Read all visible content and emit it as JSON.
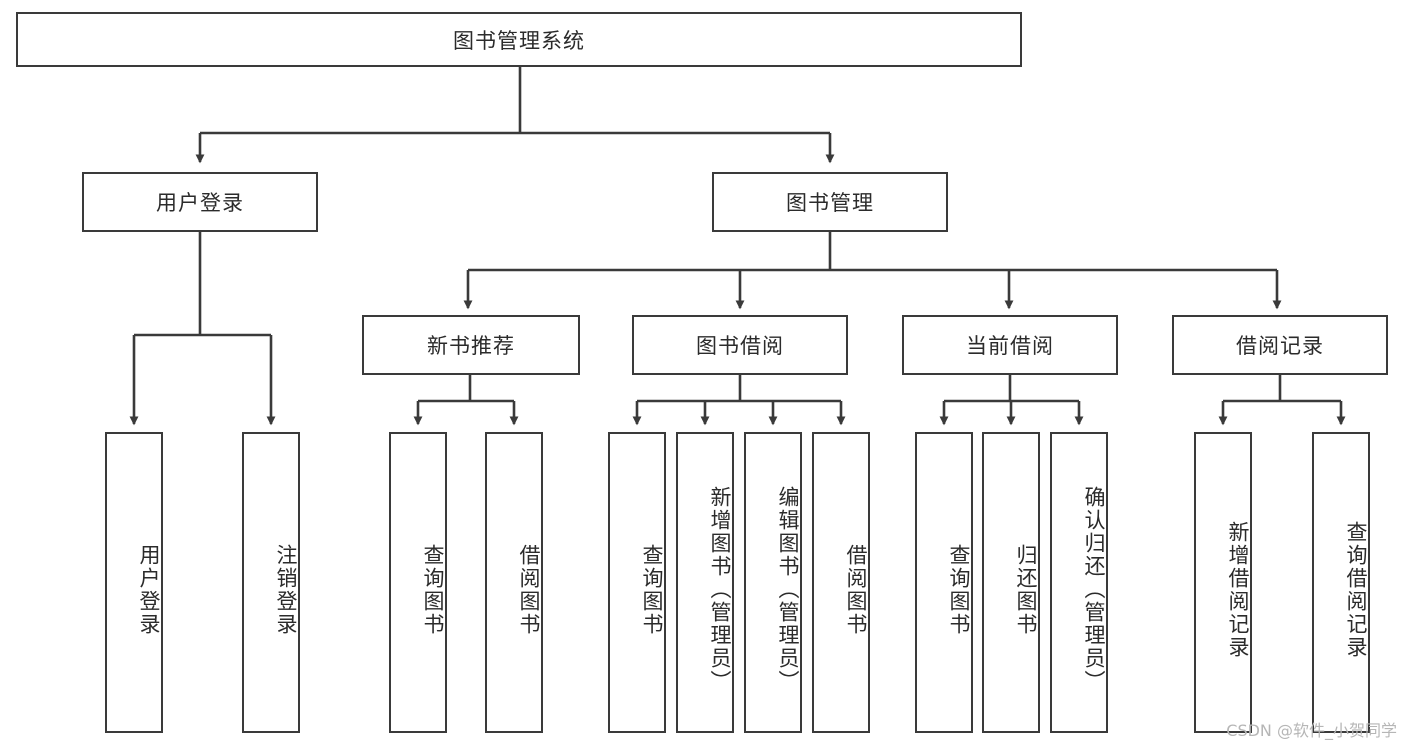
{
  "diagram": {
    "title": "图书管理系统",
    "watermark": "CSDN @软件_小贺同学",
    "colors": {
      "stroke": "#3a3a3a",
      "fill": "#ffffff",
      "text": "#2b2b2b",
      "watermark": "#b6b6b6"
    },
    "levels": {
      "root": {
        "label": "图书管理系统"
      },
      "level1": [
        {
          "label": "用户登录"
        },
        {
          "label": "图书管理"
        }
      ],
      "level2": [
        {
          "label": "新书推荐"
        },
        {
          "label": "图书借阅"
        },
        {
          "label": "当前借阅"
        },
        {
          "label": "借阅记录"
        }
      ],
      "leaves": {
        "user_login": [
          {
            "label": "用户登录"
          },
          {
            "label": "注销登录"
          }
        ],
        "new_book_recommend": [
          {
            "label": "查询图书"
          },
          {
            "label": "借阅图书"
          }
        ],
        "book_borrow": [
          {
            "label": "查询图书"
          },
          {
            "label": "新增图书（管理员）"
          },
          {
            "label": "编辑图书（管理员）"
          },
          {
            "label": "借阅图书"
          }
        ],
        "current_borrow": [
          {
            "label": "查询图书"
          },
          {
            "label": "归还图书"
          },
          {
            "label": "确认归还（管理员）"
          }
        ],
        "borrow_record": [
          {
            "label": "新增借阅记录"
          },
          {
            "label": "查询借阅记录"
          }
        ]
      }
    }
  }
}
